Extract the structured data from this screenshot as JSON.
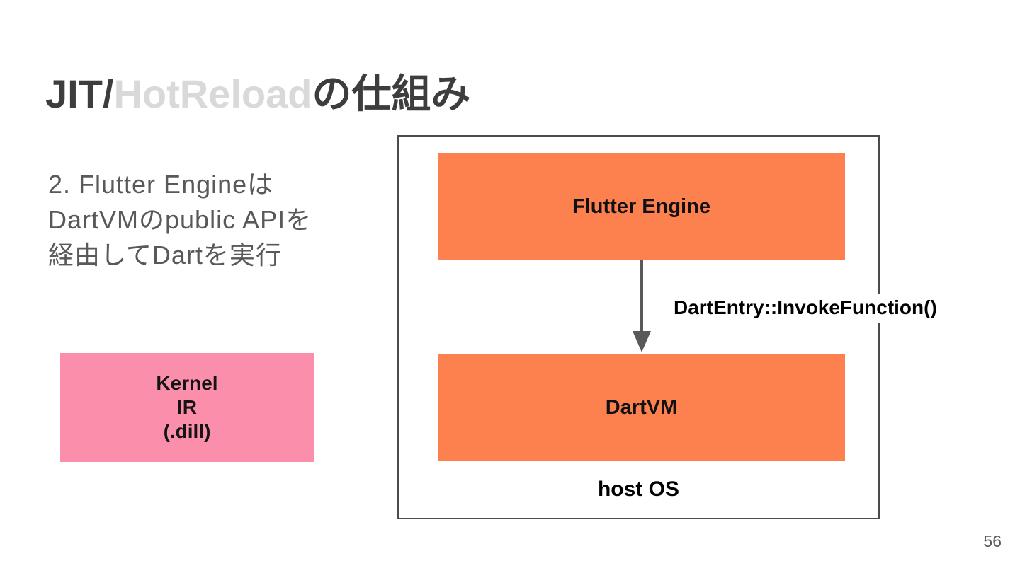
{
  "slide": {
    "title": {
      "jit": "JIT/",
      "hotreload": "HotReload",
      "suffix": "の仕組み"
    },
    "body": {
      "lines": [
        "2. Flutter Engineは",
        "DartVMのpublic APIを",
        "経由してDartを実行"
      ]
    },
    "page_number": "56"
  },
  "kernel_box": {
    "lines": [
      "Kernel",
      "IR",
      "(.dill)"
    ]
  },
  "diagram": {
    "flutter_engine_label": "Flutter Engine",
    "dartvm_label": "DartVM",
    "host_os_label": "host OS",
    "arrow_label": "DartEntry::InvokeFunction()"
  },
  "colors": {
    "title_dark": "#3D3D3D",
    "title_light": "#D9D9D9",
    "body_text": "#595959",
    "kernel_box_fill": "#FB8EAB",
    "diagram_box_fill": "#FC814F",
    "outer_box_outline": "#4B4B4B",
    "arrow": "#595959"
  }
}
